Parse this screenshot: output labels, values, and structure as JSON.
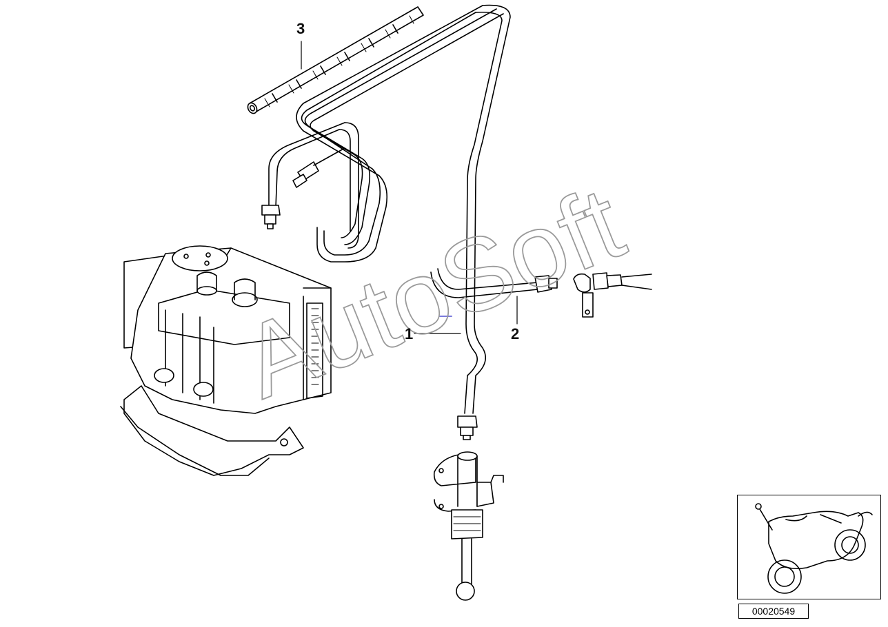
{
  "callouts": {
    "part_1": "1",
    "part_2": "2",
    "part_3": "3"
  },
  "watermark": "AutoSoft",
  "document_id": "00020549",
  "colors": {
    "line": "#000000",
    "watermark_stroke": "#9a9a9a",
    "background": "#ffffff",
    "marker": "#7b7bdc"
  },
  "icons": {
    "abs_unit": "abs-hydraulic-unit-icon",
    "brake_pipe": "brake-pipe-icon",
    "protective_hose": "protective-hose-icon",
    "master_cylinder": "master-cylinder-icon",
    "brake_line_connector": "brake-line-connector-icon",
    "motorcycle_thumbnail": "motorcycle-thumbnail-icon"
  }
}
